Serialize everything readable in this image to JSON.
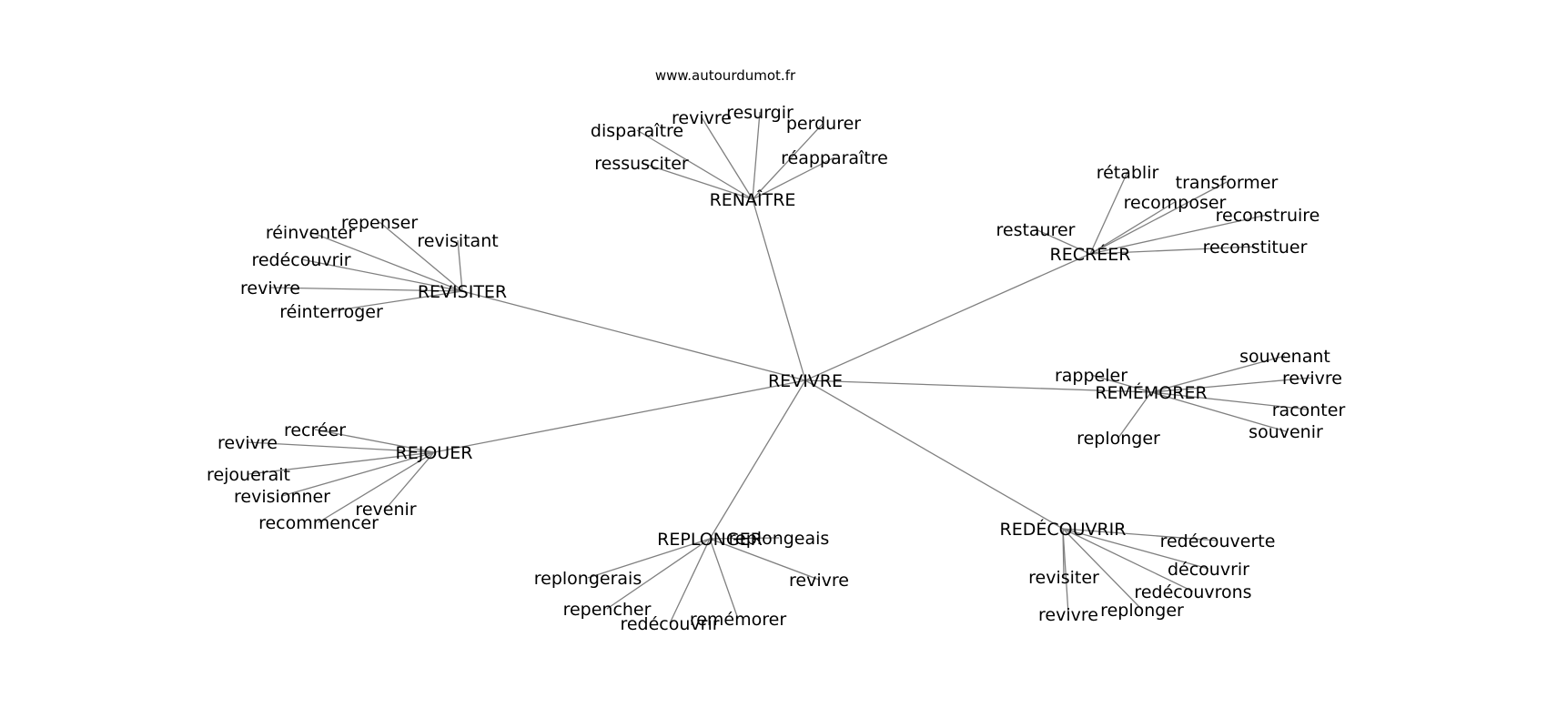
{
  "watermark": "www.autourdumot.fr",
  "diagram": {
    "center": "REVIVRE",
    "groups": [
      {
        "hub": "RENAÎTRE",
        "words": [
          "disparaître",
          "revivre",
          "resurgir",
          "perdurer",
          "réapparaître",
          "ressusciter"
        ]
      },
      {
        "hub": "RECRÉER",
        "words": [
          "rétablir",
          "transformer",
          "recomposer",
          "reconstruire",
          "restaurer",
          "reconstituer"
        ]
      },
      {
        "hub": "REVISITER",
        "words": [
          "réinventer",
          "repenser",
          "revisitant",
          "redécouvrir",
          "revivre",
          "réinterroger"
        ]
      },
      {
        "hub": "REMÉMORER",
        "words": [
          "souvenant",
          "rappeler",
          "revivre",
          "raconter",
          "souvenir",
          "replonger"
        ]
      },
      {
        "hub": "REJOUER",
        "words": [
          "recréer",
          "revivre",
          "rejouerait",
          "revisionner",
          "revenir",
          "recommencer"
        ]
      },
      {
        "hub": "REPLONGER",
        "words": [
          "replongeais",
          "replongerais",
          "revivre",
          "repencher",
          "remémorer",
          "redécouvrir"
        ]
      },
      {
        "hub": "REDÉCOUVRIR",
        "words": [
          "redécouverte",
          "découvrir",
          "revisiter",
          "redécouvrons",
          "replonger",
          "revivre"
        ]
      }
    ]
  }
}
